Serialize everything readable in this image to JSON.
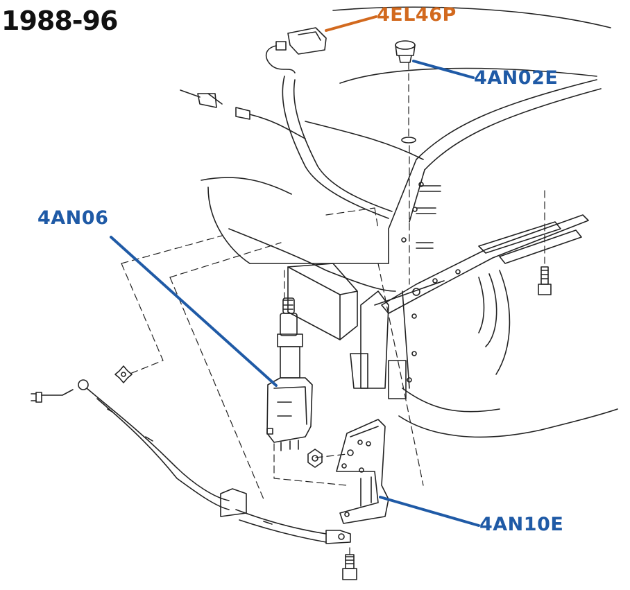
{
  "title": "1988-96",
  "colors": {
    "orange": "#d2691e",
    "blue": "#1f5aa6",
    "ink": "#222222",
    "title": "#111111",
    "background": "#ffffff"
  },
  "callouts": {
    "connector": "4EL46P",
    "grommet": "4AN02E",
    "antenna_mast": "4AN06",
    "bracket": "4AN10E"
  }
}
